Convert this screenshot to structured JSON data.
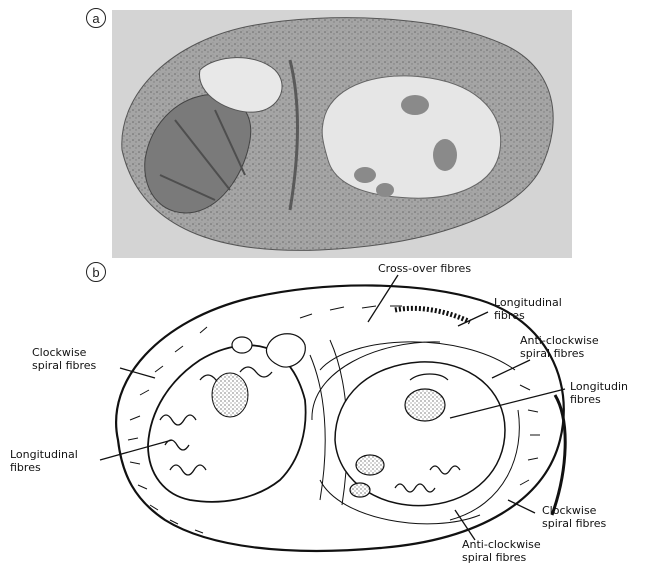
{
  "panels": {
    "a": {
      "marker": "a"
    },
    "b": {
      "marker": "b"
    }
  },
  "labels": {
    "cross_over": "Cross-over fibres",
    "longitudinal_top": "Longitudinal\nfibres",
    "anti_clockwise_right": "Anti-clockwise\nspiral fibres",
    "longitudinal_right": "Longitudin\nfibres",
    "clockwise_left": "Clockwise\nspiral fibres",
    "longitudinal_left": "Longitudinal\nfibres",
    "clockwise_bottom": "Clockwise\nspiral fibres",
    "anti_clockwise_bottom": "Anti-clockwise\nspiral fibres"
  },
  "colors": {
    "photo_bg": "#d2d2d2",
    "tissue": "#9a9a9a",
    "tissue_dark": "#5e5e5e",
    "ink": "#111111"
  }
}
